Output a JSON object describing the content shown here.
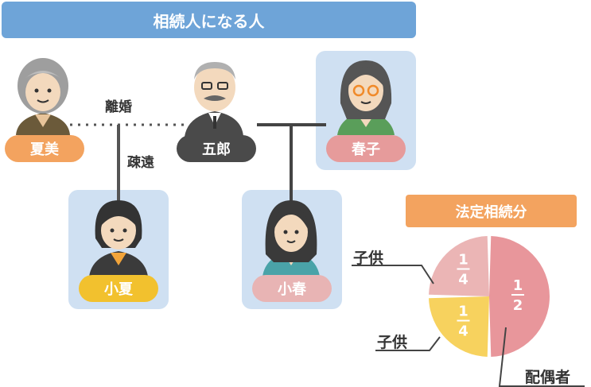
{
  "header": {
    "title": "相続人になる人"
  },
  "family": {
    "natsumi": "夏美",
    "goro": "五郎",
    "haruko": "春子",
    "konatsu": "小夏",
    "koharu": "小春",
    "divorce_label": "離婚",
    "estranged_label": "疎遠"
  },
  "colors": {
    "banner": "#6ea4d8",
    "card": "#cfe0f2",
    "natsumi_badge": "#f3a35f",
    "goro_badge": "#4a4a4a",
    "haruko_badge": "#e69b9b",
    "konatsu_badge": "#f2c12e",
    "koharu_badge": "#e8b4b4",
    "spouse_slice": "#e8969b",
    "child1_slice": "#ebb5b5",
    "child2_slice": "#f7d25e"
  },
  "chart_data": {
    "type": "pie",
    "title": "法定相続分",
    "slices": [
      {
        "label": "配偶者",
        "numerator": "1",
        "denominator": "2",
        "value": 0.5
      },
      {
        "label": "子供",
        "numerator": "1",
        "denominator": "4",
        "value": 0.25
      },
      {
        "label": "子供",
        "numerator": "1",
        "denominator": "4",
        "value": 0.25
      }
    ]
  }
}
